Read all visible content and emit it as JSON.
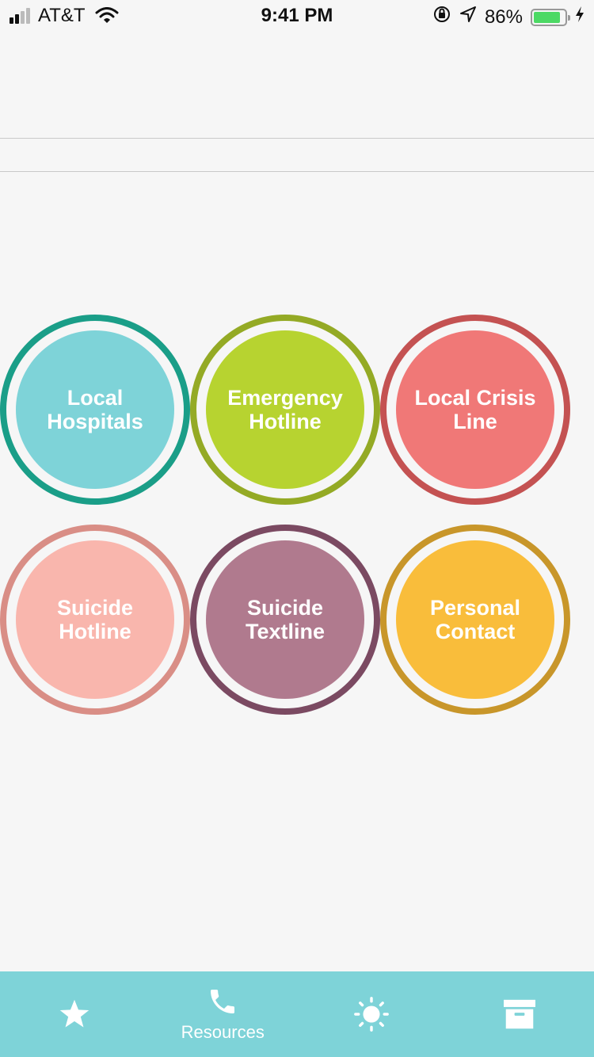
{
  "status_bar": {
    "carrier": "AT&T",
    "time": "9:41 PM",
    "battery_percent": "86%",
    "battery_level": 0.86,
    "battery_color": "#4cd964",
    "icons": [
      "signal-icon",
      "wifi-icon",
      "orientation-lock-icon",
      "location-icon",
      "battery-icon",
      "charging-icon"
    ]
  },
  "resources": [
    {
      "id": "local-hospitals",
      "label": "Local\nHospitals",
      "fill": "#7ed3d8",
      "ring": "#1a9e88"
    },
    {
      "id": "emergency-hotline",
      "label": "Emergency\nHotline",
      "fill": "#b7d330",
      "ring": "#94aa25"
    },
    {
      "id": "local-crisis-line",
      "label": "Local Crisis\nLine",
      "fill": "#f07877",
      "ring": "#c45252"
    },
    {
      "id": "suicide-hotline",
      "label": "Suicide\nHotline",
      "fill": "#f9b6ad",
      "ring": "#d98e86"
    },
    {
      "id": "suicide-textline",
      "label": "Suicide\nTextline",
      "fill": "#b07a8e",
      "ring": "#7b4a62"
    },
    {
      "id": "personal-contact",
      "label": "Personal\nContact",
      "fill": "#f9bd3b",
      "ring": "#c8962a"
    }
  ],
  "tab_bar": {
    "background": "#7ed3d8",
    "tabs": [
      {
        "id": "favorites",
        "icon": "star-icon",
        "label": ""
      },
      {
        "id": "resources",
        "icon": "phone-icon",
        "label": "Resources",
        "active": true
      },
      {
        "id": "wellness",
        "icon": "sun-icon",
        "label": ""
      },
      {
        "id": "archive",
        "icon": "archive-box-icon",
        "label": ""
      }
    ]
  }
}
